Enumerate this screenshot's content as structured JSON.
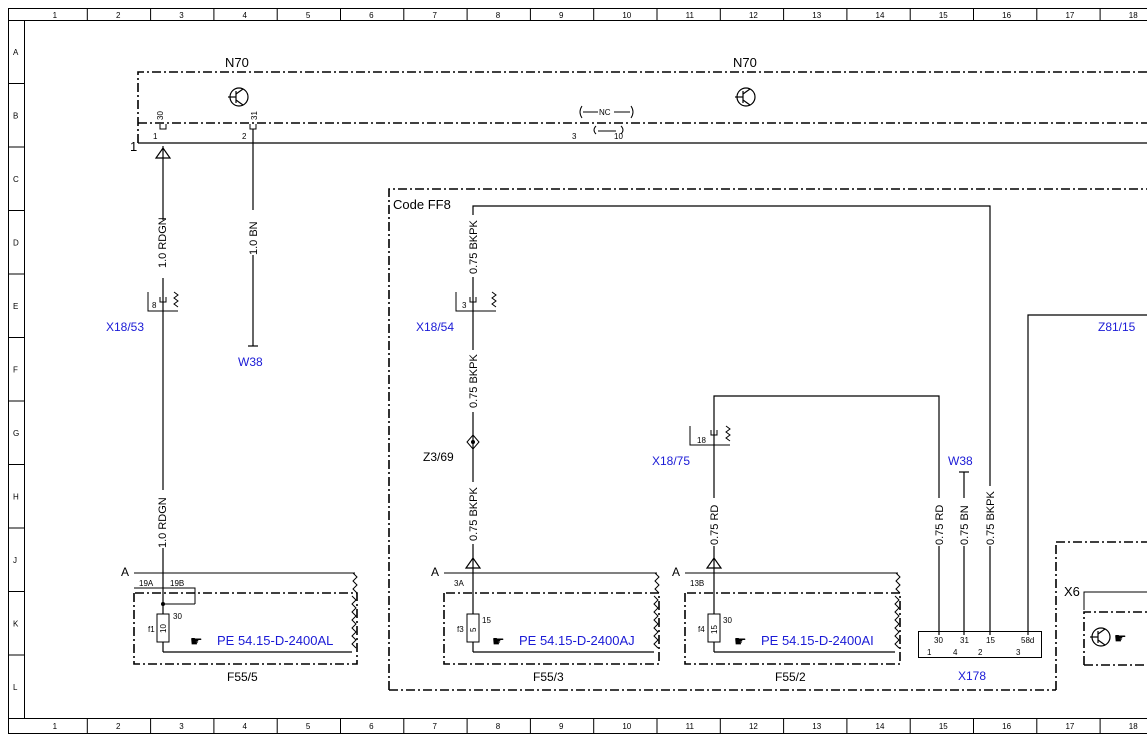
{
  "grid": {
    "columns": [
      "1",
      "2",
      "3",
      "4",
      "5",
      "6",
      "7",
      "8",
      "9",
      "10",
      "11",
      "12",
      "13",
      "14",
      "15",
      "16",
      "17",
      "18"
    ],
    "rows": [
      "A",
      "B",
      "C",
      "D",
      "E",
      "F",
      "G",
      "H",
      "J",
      "K",
      "L"
    ]
  },
  "components": {
    "n70_left": "N70",
    "n70_right": "N70",
    "bus_number": "1",
    "nc_label": "NC",
    "code_ff8": "Code FF8",
    "x18_53": "X18/53",
    "x18_54": "X18/54",
    "x18_75": "X18/75",
    "w38_left": "W38",
    "w38_right": "W38",
    "z3_69": "Z3/69",
    "z81_15": "Z81/15",
    "x6": "X6",
    "x178": "X178",
    "f55_5": "F55/5",
    "f55_3": "F55/3",
    "f55_2": "F55/2"
  },
  "pins": {
    "p30": "30",
    "p1": "1",
    "p31": "31",
    "p2": "2",
    "p3": "3",
    "p10": "10",
    "x18_53_pin": "8",
    "x18_54_pin": "3",
    "x18_75_pin": "18",
    "f55_5_a": "A",
    "f55_5_19a": "19A",
    "f55_5_19b": "19B",
    "f55_5_30": "30",
    "f55_5_f1": "f1",
    "f55_5_fuse": "10",
    "f55_3_a": "A",
    "f55_3_3a": "3A",
    "f55_3_15": "15",
    "f55_3_f3": "f3",
    "f55_3_fuse": "5",
    "f55_2_a": "A",
    "f55_2_13b": "13B",
    "f55_2_30": "30",
    "f55_2_f4": "f4",
    "f55_2_fuse": "15",
    "x178_30": "30",
    "x178_1": "1",
    "x178_31": "31",
    "x178_4": "4",
    "x178_15": "15",
    "x178_2": "2",
    "x178_58d": "58d",
    "x178_3": "3"
  },
  "wires": {
    "w1": "1.0 RDGN",
    "w2": "1.0 BN",
    "w3": "0.75 BKPK",
    "w4": "0.75 BKPK",
    "w5": "0.75 BKPK",
    "w6": "1.0 RDGN",
    "w7": "0.75 RD",
    "w8": "0.75 RD",
    "w9": "0.75 BN",
    "w10": "0.75 BKPK"
  },
  "refs": {
    "r1": "PE 54.15-D-2400AL",
    "r2": "PE 54.15-D-2400AJ",
    "r3": "PE 54.15-D-2400AI"
  },
  "colors": {
    "reference_blue": "#1a1ad6",
    "line": "#000000"
  },
  "icons": [
    "transistor-icon",
    "hand-pointer-icon",
    "fuse-icon",
    "connector-icon",
    "ground-terminal-icon"
  ]
}
